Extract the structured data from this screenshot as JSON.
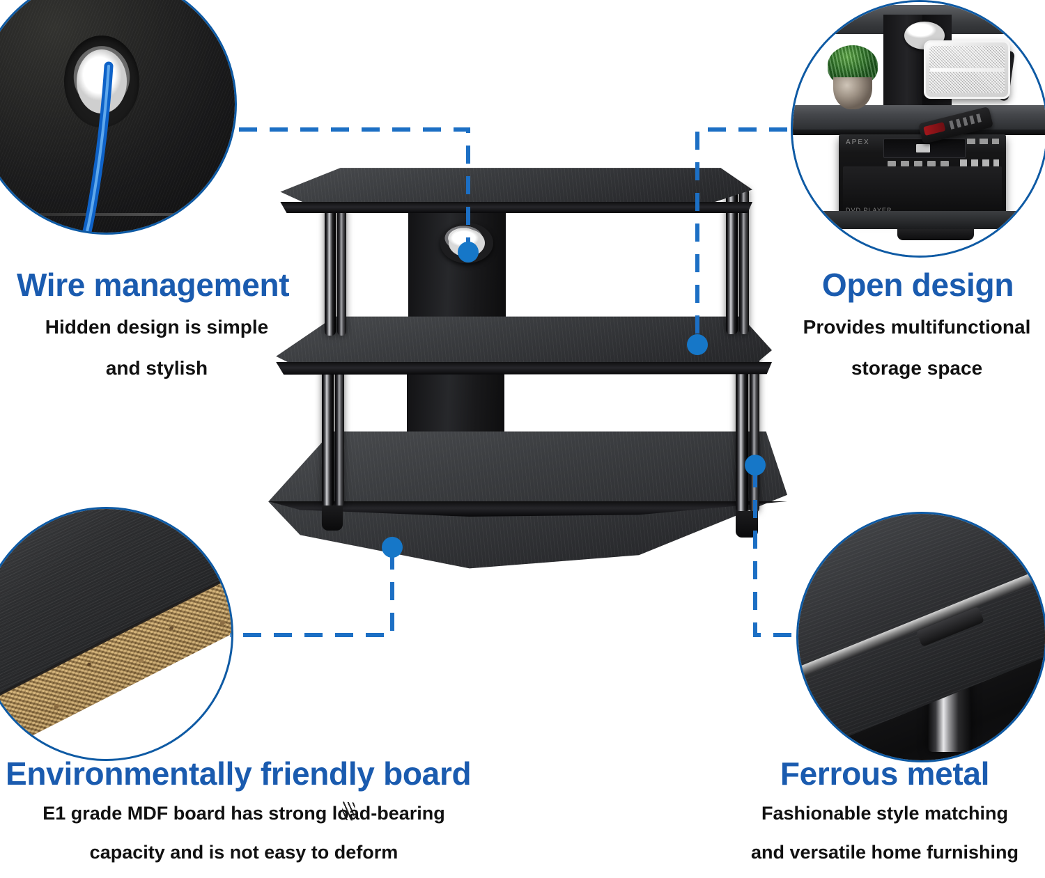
{
  "page": {
    "kind": "product-infographic",
    "subject": "3-tier black TV stand / media console",
    "background_color": "#ffffff"
  },
  "colors": {
    "heading_blue": "#1A5BAF",
    "callout_line_blue": "#1C6FC4",
    "callout_dot_blue": "#1677C8",
    "circle_outline_blue": "#0E5AA4",
    "body_text": "#111111",
    "product_black": "#2a2b2e",
    "mdf_core_tan": "#c9a469"
  },
  "features": [
    {
      "id": "wire-management",
      "position": "top-left",
      "heading": "Wire management",
      "body_lines": [
        "Hidden design is simple",
        "and stylish"
      ],
      "inset_alt": "Close-up of black panel with round cable grommet and blue wire passing through"
    },
    {
      "id": "open-design",
      "position": "top-right",
      "heading": "Open design",
      "body_lines": [
        "Provides multifunctional",
        "storage space"
      ],
      "inset_alt": "Close-up of styled shelves holding a potted plant, a silver portable speaker and a black DVD player with remote"
    },
    {
      "id": "environmentally-friendly-board",
      "position": "bottom-left",
      "heading": "Environmentally friendly board",
      "body_lines": [
        "E1 grade MDF board has strong load-bearing",
        "capacity and is not easy to deform"
      ],
      "inset_alt": "Close-up of black woodgrain board edge revealing tan particleboard core"
    },
    {
      "id": "ferrous-metal",
      "position": "bottom-right",
      "heading": "Ferrous metal",
      "body_lines": [
        "Fashionable style matching",
        "and versatile home furnishing"
      ],
      "inset_alt": "Close-up of glossy black metal tube leg joined to the shelf edge"
    }
  ],
  "product": {
    "alt": "Three-tier black TV stand with glossy metal tube legs",
    "shelves": [
      "top shelf",
      "middle shelf",
      "bottom shelf"
    ],
    "cable_hole_alt": "cable management grommet in back panel"
  },
  "callouts": [
    {
      "id": "callout-wire-management",
      "dot": [
        672,
        362
      ]
    },
    {
      "id": "callout-open-design",
      "dot": [
        1001,
        495
      ]
    },
    {
      "id": "callout-environmentally-friendly-board",
      "dot": [
        563,
        786
      ]
    },
    {
      "id": "callout-ferrous-metal",
      "dot": [
        1084,
        668
      ]
    }
  ]
}
